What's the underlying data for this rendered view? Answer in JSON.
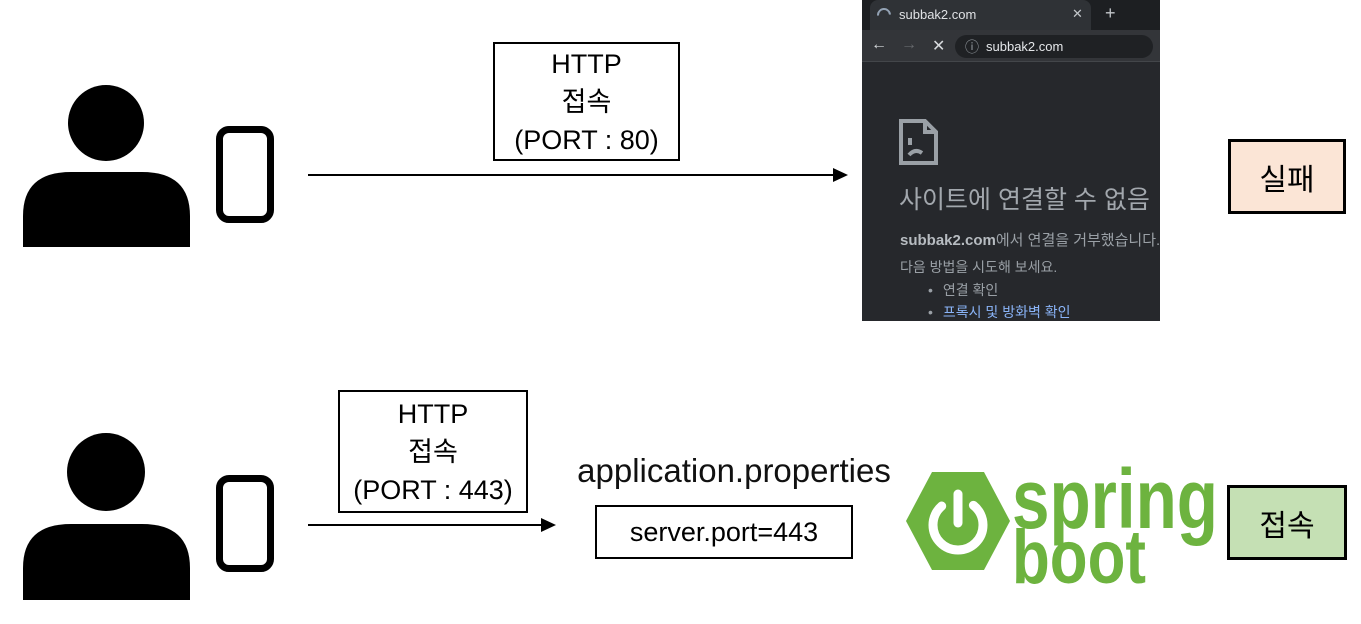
{
  "diagram": {
    "flow1": {
      "box": {
        "lines": [
          "HTTP",
          "접속",
          "(PORT : 80)"
        ]
      },
      "result": {
        "label": "실패",
        "bg": "#fbe5d6"
      }
    },
    "flow2": {
      "box": {
        "lines": [
          "HTTP",
          "접속",
          "(PORT : 443)"
        ]
      },
      "properties_title": "application.properties",
      "properties_value": "server.port=443",
      "result": {
        "label": "접속",
        "bg": "#c5e0b4"
      }
    }
  },
  "browser": {
    "tab_title": "subbak2.com",
    "url": "subbak2.com",
    "icons": {
      "back": "←",
      "forward": "→",
      "stop": "✕",
      "close": "✕",
      "plus": "+",
      "info": "ⓘ",
      "bullet": "•"
    },
    "error": {
      "title": "사이트에 연결할 수 없음",
      "domain": "subbak2.com",
      "message_rest": "에서 연결을 거부했습니다.",
      "suggestion": "다음 방법을 시도해 보세요.",
      "bullets": [
        {
          "label": "연결 확인",
          "link": false
        },
        {
          "label": "프록시 및 방화벽 확인",
          "link": true
        }
      ]
    }
  },
  "spring": {
    "word1": "spring",
    "word2": "boot",
    "color": "#6db33f"
  },
  "colors": {
    "fail_bg": "#fbe5d6",
    "success_bg": "#c5e0b4",
    "link": "#8ab4f8",
    "spring_green": "#6db33f",
    "browser_dark": "#26282c"
  }
}
